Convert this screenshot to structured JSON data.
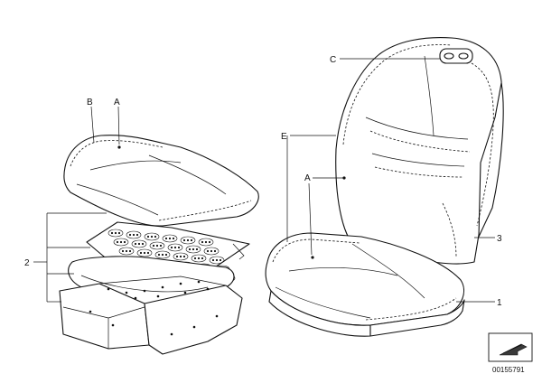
{
  "diagram": {
    "callouts": {
      "b_left": "B",
      "a_left": "A",
      "c": "C",
      "e": "E",
      "a_right": "A",
      "num_2": "2",
      "num_3": "3",
      "num_1": "1"
    },
    "reference_number": "00155791",
    "colors": {
      "line": "#111111",
      "background": "#ffffff",
      "shade": "#3a3a3a"
    }
  }
}
